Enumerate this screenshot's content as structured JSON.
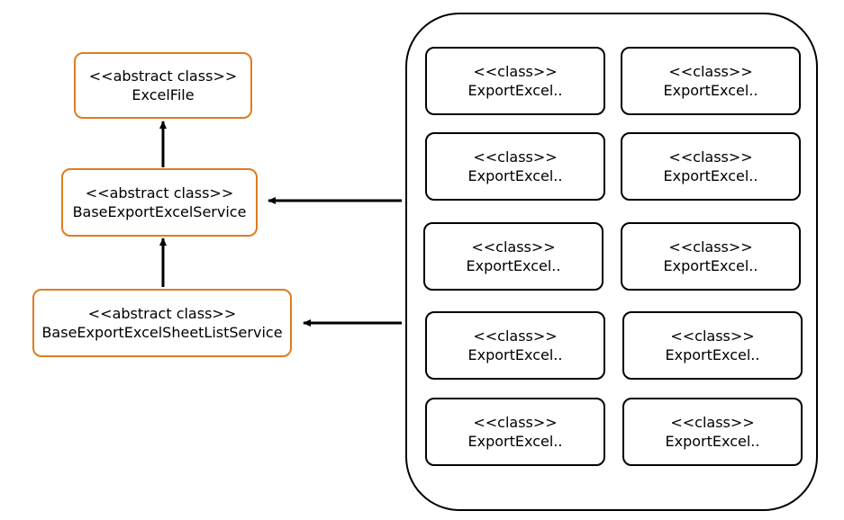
{
  "abstract_classes": [
    {
      "stereotype": "<<abstract class>>",
      "name": "ExcelFile"
    },
    {
      "stereotype": "<<abstract class>>",
      "name": "BaseExportExcelService"
    },
    {
      "stereotype": "<<abstract class>>",
      "name": "BaseExportExcelSheetListService"
    }
  ],
  "concrete_classes": [
    {
      "stereotype": "<<class>>",
      "name": "ExportExcel.."
    },
    {
      "stereotype": "<<class>>",
      "name": "ExportExcel.."
    },
    {
      "stereotype": "<<class>>",
      "name": "ExportExcel.."
    },
    {
      "stereotype": "<<class>>",
      "name": "ExportExcel.."
    },
    {
      "stereotype": "<<class>>",
      "name": "ExportExcel.."
    },
    {
      "stereotype": "<<class>>",
      "name": "ExportExcel.."
    },
    {
      "stereotype": "<<class>>",
      "name": "ExportExcel.."
    },
    {
      "stereotype": "<<class>>",
      "name": "ExportExcel.."
    },
    {
      "stereotype": "<<class>>",
      "name": "ExportExcel.."
    },
    {
      "stereotype": "<<class>>",
      "name": "ExportExcel.."
    }
  ],
  "colors": {
    "abstract_border": "#e07b1f",
    "class_border": "#000000",
    "arrow": "#000000"
  }
}
